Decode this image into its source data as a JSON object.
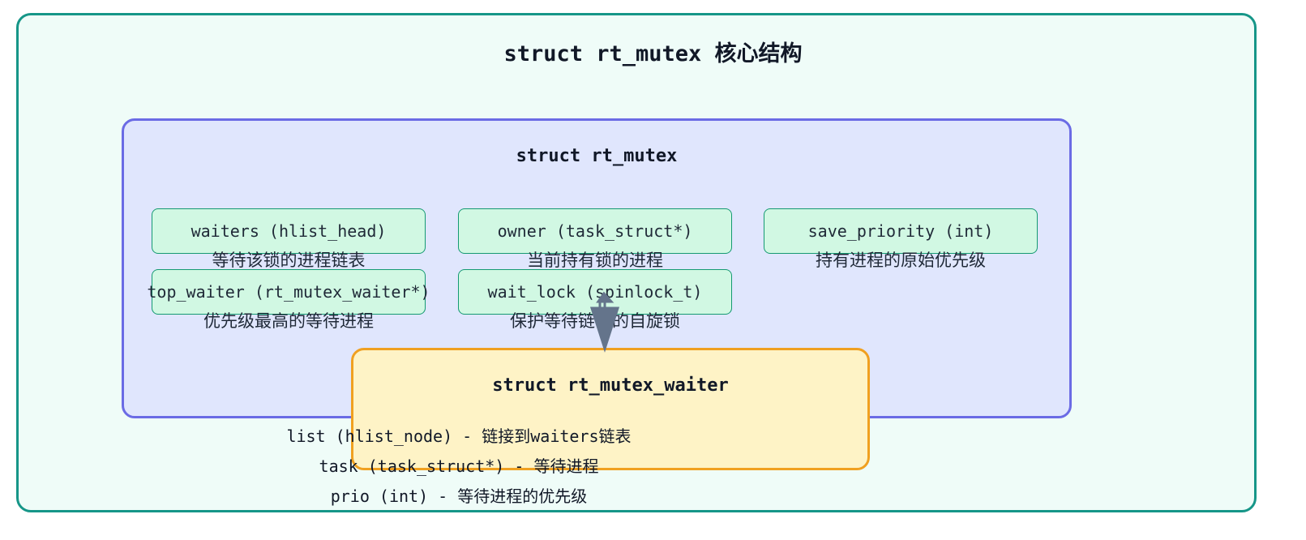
{
  "title": "struct rt_mutex 核心结构",
  "rt_mutex": {
    "title": "struct rt_mutex",
    "fields": [
      {
        "name": "waiters (hlist_head)",
        "desc": "等待该锁的进程链表"
      },
      {
        "name": "owner (task_struct*)",
        "desc": "当前持有锁的进程"
      },
      {
        "name": "save_priority (int)",
        "desc": "持有进程的原始优先级"
      },
      {
        "name": "top_waiter (rt_mutex_waiter*)",
        "desc": "优先级最高的等待进程"
      },
      {
        "name": "wait_lock (spinlock_t)",
        "desc": "保护等待链表的自旋锁"
      }
    ]
  },
  "rt_mutex_waiter": {
    "title": "struct rt_mutex_waiter",
    "lines": [
      "list (hlist_node) - 链接到waiters链表",
      "task (task_struct*) - 等待进程",
      "prio (int) - 等待进程的优先级"
    ]
  },
  "colors": {
    "outer_border": "#169688",
    "outer_fill": "#effcf8",
    "rt_mutex_border": "#6b6be5",
    "rt_mutex_fill": "#e0e6fd",
    "field_border": "#159a72",
    "field_fill": "#d1f8e3",
    "waiter_border": "#f0a020",
    "waiter_fill": "#fef3c6",
    "arrow": "#64748b"
  }
}
